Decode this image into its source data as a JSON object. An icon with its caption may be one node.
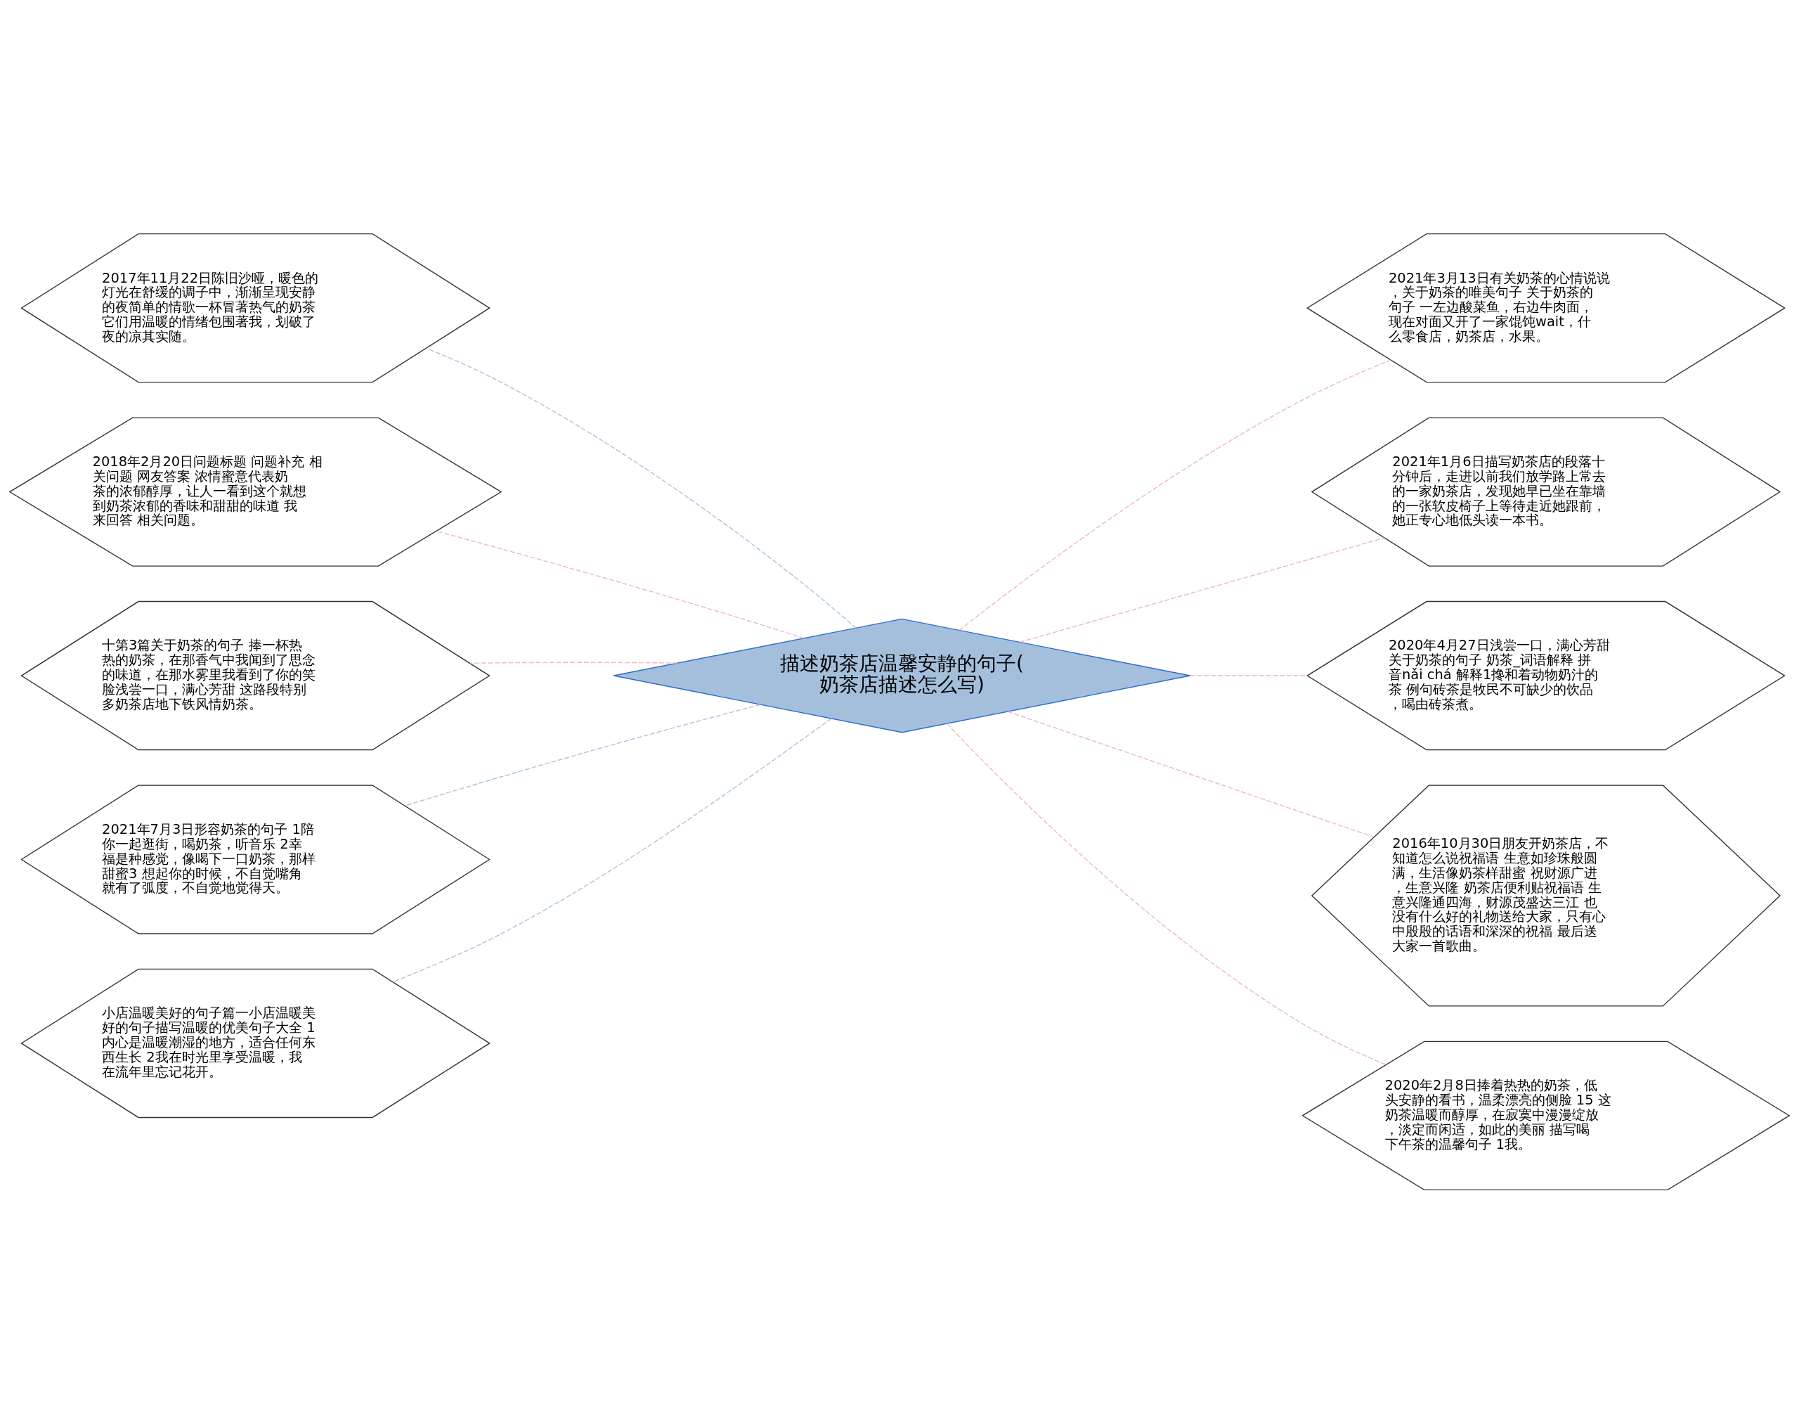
{
  "diagram": {
    "nodes": [
      {
        "text": [
          "描述奶茶店温馨安静的句子(奶茶店描述怎么写)"
        ]
      },
      {
        "text": [
          "2017年11月22日陈旧沙哑，暖色的灯光在舒缓的调子中，渐渐呈现安静的夜简单的情歌一杯冒著热气的奶茶它们用温暖的情绪包围著我，划破了夜的凉其实随。"
        ]
      },
      {
        "text": [
          "2018年2月20日问题标题 问题补充 相关问题 网友答案 浓情蜜意代表奶茶的浓郁醇厚，让人一看到这个就想到奶茶浓郁的香味和甜甜的味道 我来回答 相关问题。"
        ]
      },
      {
        "text": [
          "十第3篇关于奶茶的句子 捧一杯热热的奶茶，在那香气中我闻到了思念的味道，在那水雾里我看到了你的笑脸浅尝一口，满心芳甜 这路段特别多奶茶店地下铁风情奶茶。"
        ]
      },
      {
        "text": [
          "2021年7月3日形容奶茶的句子 1陪你一起逛街，喝奶茶，听音乐 2幸福是种感觉，像喝下一口奶茶，那样甜蜜3 想起你的时候，不自觉嘴角就有了弧度，不自觉地觉得天。"
        ]
      },
      {
        "text": [
          "小店温暖美好的句子篇一小店温暖美好的句子描写温暖的优美句子大全 1内心是温暖潮湿的地方，适合任何东西生长 2我在时光里享受温暖，我在流年里忘记花开。"
        ]
      },
      {
        "text": [
          "2021年3月13日有关奶茶的心情说说，关于奶茶的唯美句子 关于奶茶的句子 一左边酸菜鱼，右边牛肉面，现在对面又开了一家馄饨wait，什么零食店，奶茶店，水果。"
        ]
      },
      {
        "text": [
          "2021年1月6日描写奶茶店的段落十分钟后，走进以前我们放学路上常去的一家奶茶店，发现她早已坐在靠墙的一张软皮椅子上等待走近她跟前，她正专心地低头读一本书。"
        ]
      },
      {
        "text": [
          "2020年4月27日浅尝一口，满心芳甜关于奶茶的句子 奶茶_词语解释 拼音nǎi chá 解释1搀和着动物奶汁的茶 例句砖茶是牧民不可缺少的饮品，喝由砖茶煮。"
        ]
      },
      {
        "text": [
          "2016年10月30日朋友开奶茶店，不知道怎么说祝福语 生意如珍珠般圆满，生活像奶茶样甜蜜 祝财源广进，生意兴隆 奶茶店便利贴祝福语 生意兴隆通四海，财源茂盛达三江 也没有什么好的礼物送给大家，只有心中殷殷的话语和深深的祝福 最后送大家一首歌曲。"
        ]
      },
      {
        "text": [
          "2020年2月8日捧着热热的奶茶，低头安静的看书，温柔漂亮的侧脸 15 这奶茶温暖而醇厚，在寂寞中漫漫绽放，淡定而闲适，如此的美丽 描写喝下午茶的温馨句子 1我。"
        ]
      }
    ],
    "edges": [
      {
        "from": 0,
        "to": 1,
        "arrow": "none",
        "style": "dashed",
        "color": "#a9c4dd"
      },
      {
        "from": 0,
        "to": 2,
        "arrow": "none",
        "style": "dashed",
        "color": "#f0b8b8"
      },
      {
        "from": 0,
        "to": 3,
        "arrow": "none",
        "style": "dashed",
        "color": "#f0b8b8"
      },
      {
        "from": 0,
        "to": 4,
        "arrow": "none",
        "style": "dashed",
        "color": "#a9c4dd"
      },
      {
        "from": 0,
        "to": 5,
        "arrow": "none",
        "style": "dashed",
        "color": "#a9c4dd"
      },
      {
        "from": 0,
        "to": 6,
        "arrow": "none",
        "style": "dashed",
        "color": "#f0b8b8"
      },
      {
        "from": 0,
        "to": 7,
        "arrow": "none",
        "style": "dashed",
        "color": "#f0b8b8"
      },
      {
        "from": 0,
        "to": 8,
        "arrow": "none",
        "style": "dashed",
        "color": "#f0b8b8"
      },
      {
        "from": 0,
        "to": 9,
        "arrow": "none",
        "style": "dashed",
        "color": "#f0b8b8"
      },
      {
        "from": 0,
        "to": 10,
        "arrow": "none",
        "style": "dashed",
        "color": "#f0b8b8"
      }
    ]
  }
}
